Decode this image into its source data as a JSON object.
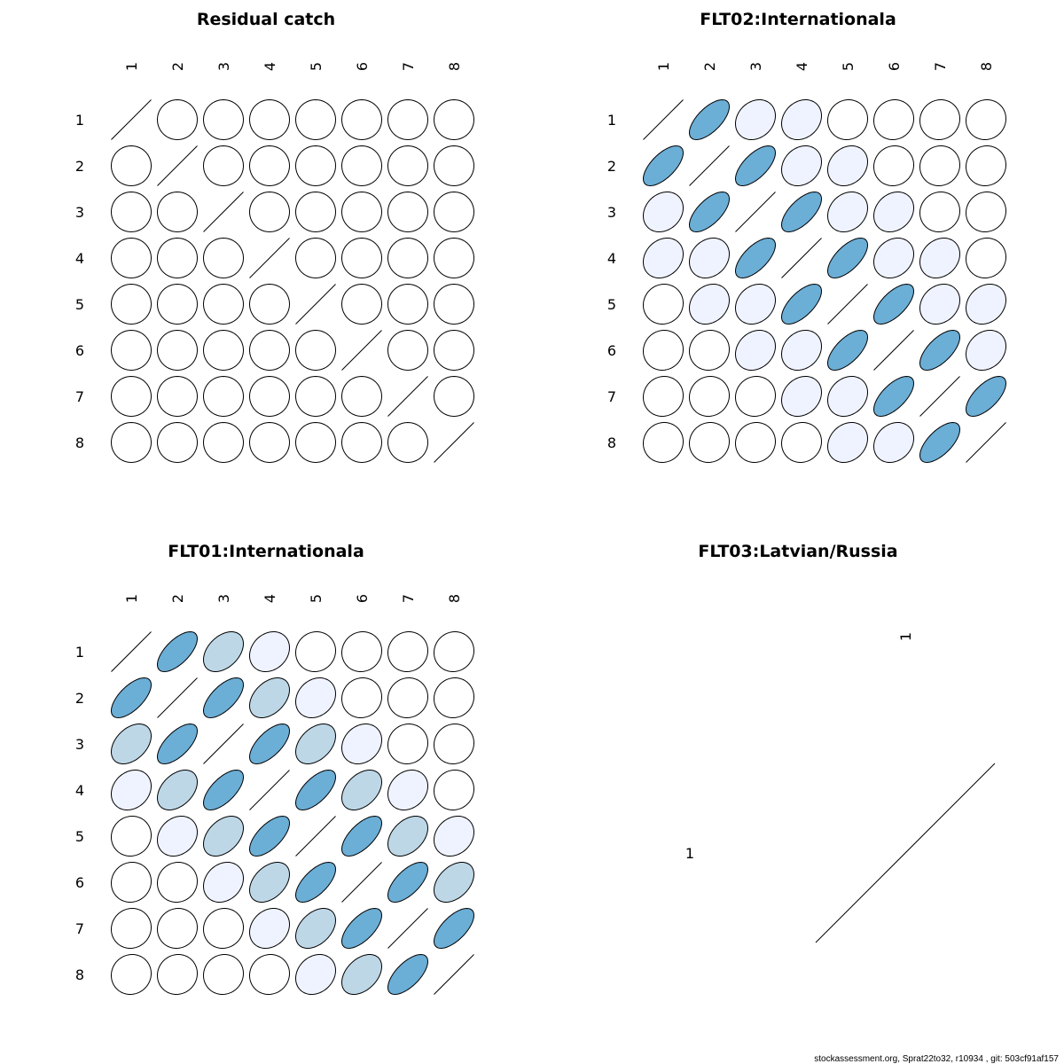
{
  "chart_data": [
    {
      "type": "heatmap",
      "subtype": "correlation-ellipse",
      "title": "Residual catch",
      "labels": [
        "1",
        "2",
        "3",
        "4",
        "5",
        "6",
        "7",
        "8"
      ],
      "matrix": [
        [
          1,
          0,
          0,
          0,
          0,
          0,
          0,
          0
        ],
        [
          0,
          1,
          0,
          0,
          0,
          0,
          0,
          0
        ],
        [
          0,
          0,
          1,
          0,
          0,
          0,
          0,
          0
        ],
        [
          0,
          0,
          0,
          1,
          0,
          0,
          0,
          0
        ],
        [
          0,
          0,
          0,
          0,
          1,
          0,
          0,
          0
        ],
        [
          0,
          0,
          0,
          0,
          0,
          1,
          0,
          0
        ],
        [
          0,
          0,
          0,
          0,
          0,
          0,
          1,
          0
        ],
        [
          0,
          0,
          0,
          0,
          0,
          0,
          0,
          1
        ]
      ]
    },
    {
      "type": "heatmap",
      "subtype": "correlation-ellipse",
      "title": "FLT02:Internationala",
      "labels": [
        "1",
        "2",
        "3",
        "4",
        "5",
        "6",
        "7",
        "8"
      ],
      "matrix": [
        [
          1,
          0.65,
          0.2,
          0.2,
          0.05,
          0.05,
          0.05,
          0.05
        ],
        [
          0.65,
          1,
          0.65,
          0.2,
          0.2,
          0.05,
          0.05,
          0.05
        ],
        [
          0.2,
          0.65,
          1,
          0.65,
          0.2,
          0.2,
          0.05,
          0.05
        ],
        [
          0.2,
          0.2,
          0.65,
          1,
          0.65,
          0.2,
          0.2,
          0.05
        ],
        [
          0.05,
          0.2,
          0.2,
          0.65,
          1,
          0.65,
          0.2,
          0.2
        ],
        [
          0.05,
          0.05,
          0.2,
          0.2,
          0.65,
          1,
          0.65,
          0.2
        ],
        [
          0.05,
          0.05,
          0.05,
          0.2,
          0.2,
          0.65,
          1,
          0.65
        ],
        [
          0.05,
          0.05,
          0.05,
          0.05,
          0.2,
          0.2,
          0.65,
          1
        ]
      ]
    },
    {
      "type": "heatmap",
      "subtype": "correlation-ellipse",
      "title": "FLT01:Internationala",
      "labels": [
        "1",
        "2",
        "3",
        "4",
        "5",
        "6",
        "7",
        "8"
      ],
      "matrix": [
        [
          1,
          0.65,
          0.4,
          0.2,
          0.05,
          0.05,
          0.05,
          0.05
        ],
        [
          0.65,
          1,
          0.65,
          0.4,
          0.2,
          0.05,
          0.05,
          0.05
        ],
        [
          0.4,
          0.65,
          1,
          0.65,
          0.4,
          0.2,
          0.05,
          0.05
        ],
        [
          0.2,
          0.4,
          0.65,
          1,
          0.65,
          0.4,
          0.2,
          0.05
        ],
        [
          0.05,
          0.2,
          0.4,
          0.65,
          1,
          0.65,
          0.4,
          0.2
        ],
        [
          0.05,
          0.05,
          0.2,
          0.4,
          0.65,
          1,
          0.65,
          0.4
        ],
        [
          0.05,
          0.05,
          0.05,
          0.2,
          0.4,
          0.65,
          1,
          0.65
        ],
        [
          0.05,
          0.05,
          0.05,
          0.05,
          0.2,
          0.4,
          0.65,
          1
        ]
      ]
    },
    {
      "type": "heatmap",
      "subtype": "correlation-ellipse",
      "title": "FLT03:Latvian/Russia",
      "labels": [
        "1"
      ],
      "matrix": [
        [
          1
        ]
      ]
    }
  ],
  "colors": {
    "strong": "#6BAED6",
    "medium": "#BDD7E7",
    "weak": "#EFF3FF",
    "none": "#FFFFFF"
  },
  "footer": "stockassessment.org, Sprat22to32, r10934 , git: 503cf91af157"
}
